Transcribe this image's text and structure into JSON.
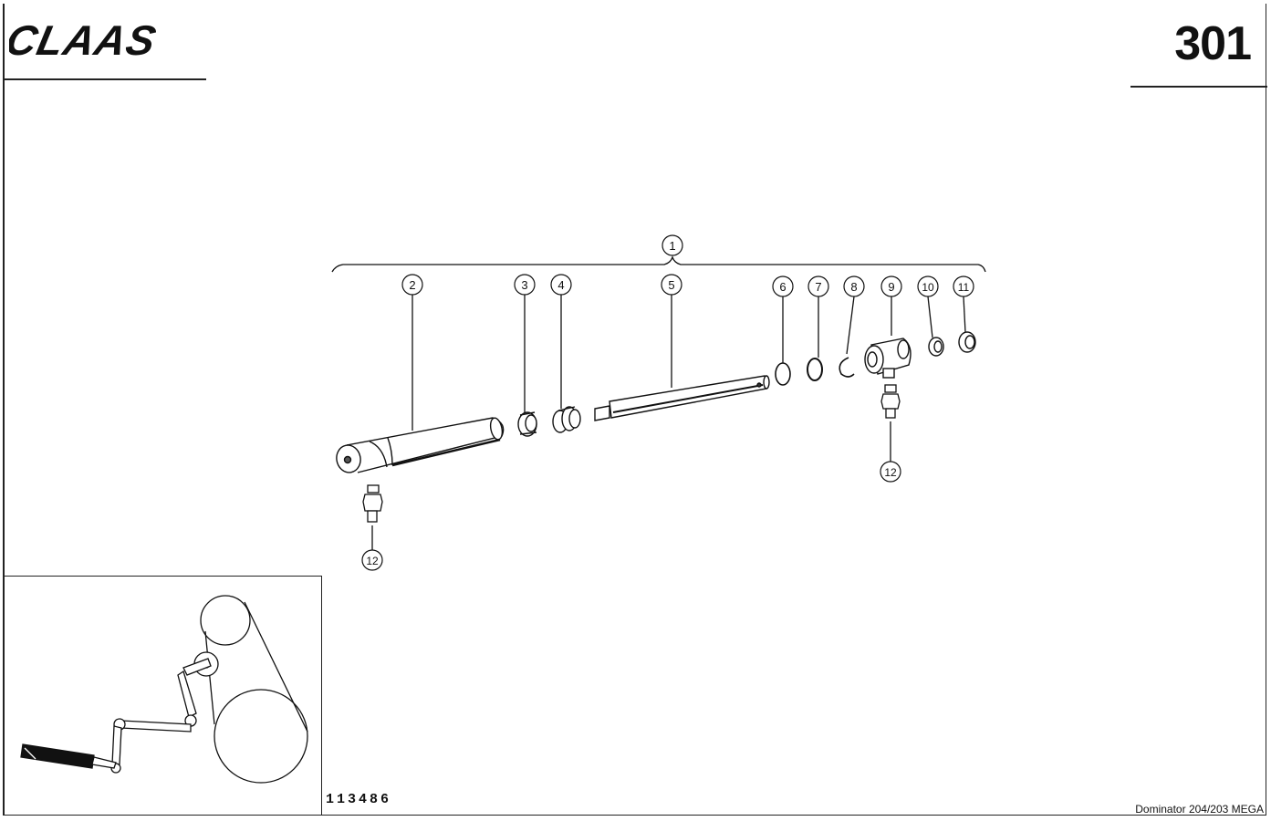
{
  "header": {
    "brand": "CLAAS",
    "page_number": "301"
  },
  "callouts": [
    "1",
    "2",
    "3",
    "4",
    "5",
    "6",
    "7",
    "8",
    "9",
    "10",
    "11",
    "12",
    "12"
  ],
  "footer": {
    "drawing_number": "113486",
    "model": "Dominator 204/203 MEGA"
  }
}
